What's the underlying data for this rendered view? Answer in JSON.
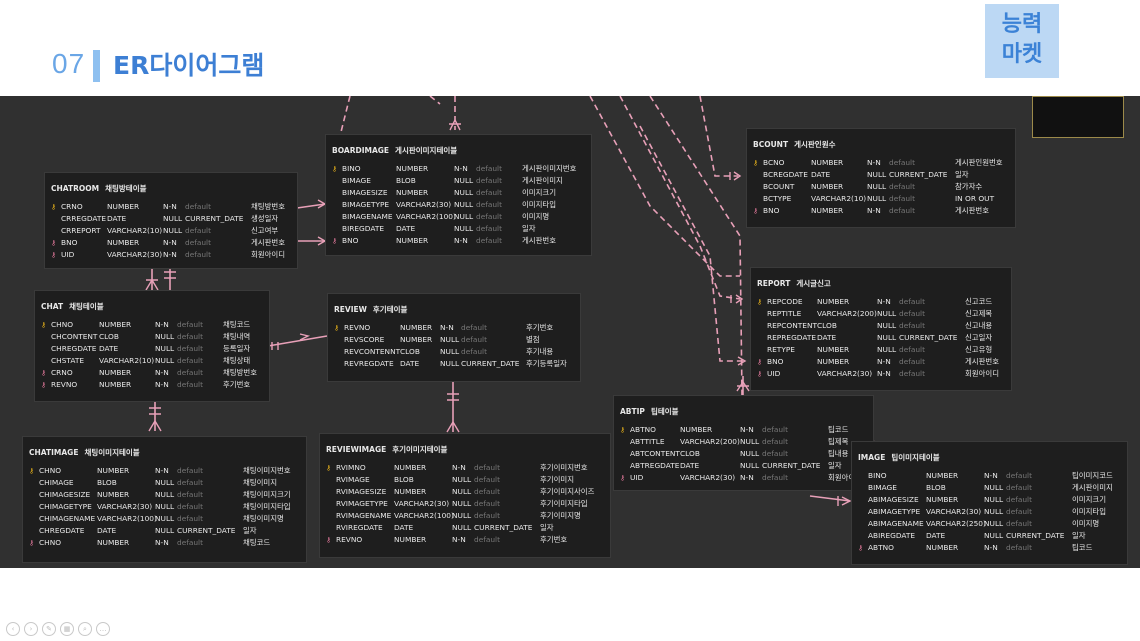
{
  "header": {
    "number": "07",
    "title": "ER다이어그램",
    "logo": [
      "능력",
      "마켓"
    ]
  },
  "colors": {
    "canvas": "#303030",
    "table_bg": "#1e1e1e",
    "relation": "#e8a0b8",
    "accent": "#3d7fd4"
  },
  "tables": [
    {
      "id": "chatroom",
      "name": "CHATROOM",
      "comment": "채팅방테이블",
      "cols": [
        {
          "key": "pk",
          "name": "CRNO",
          "type": "NUMBER",
          "null": "N-N",
          "default": "default",
          "comment": "채팅방번호"
        },
        {
          "key": "",
          "name": "CRREGDATE",
          "type": "DATE",
          "null": "NULL",
          "default": "CURRENT_DATE",
          "comment": "생성일자"
        },
        {
          "key": "",
          "name": "CRREPORT",
          "type": "VARCHAR2(10)",
          "null": "NULL",
          "default": "default",
          "comment": "신고여부"
        },
        {
          "key": "fk",
          "name": "BNO",
          "type": "NUMBER",
          "null": "N-N",
          "default": "default",
          "comment": "게시판번호"
        },
        {
          "key": "fk",
          "name": "UID",
          "type": "VARCHAR2(30)",
          "null": "N-N",
          "default": "default",
          "comment": "회원아이디"
        }
      ]
    },
    {
      "id": "boardimage",
      "name": "BOARDIMAGE",
      "comment": "게시판이미지테이블",
      "cols": [
        {
          "key": "pk",
          "name": "BINO",
          "type": "NUMBER",
          "null": "N-N",
          "default": "default",
          "comment": "게시판이미지번호"
        },
        {
          "key": "",
          "name": "BIMAGE",
          "type": "BLOB",
          "null": "NULL",
          "default": "default",
          "comment": "게시판이미지"
        },
        {
          "key": "",
          "name": "BIMAGESIZE",
          "type": "NUMBER",
          "null": "NULL",
          "default": "default",
          "comment": "이미지크기"
        },
        {
          "key": "",
          "name": "BIMAGETYPE",
          "type": "VARCHAR2(30)",
          "null": "NULL",
          "default": "default",
          "comment": "이미지타입"
        },
        {
          "key": "",
          "name": "BIMAGENAME",
          "type": "VARCHAR2(100)",
          "null": "NULL",
          "default": "default",
          "comment": "이미지명"
        },
        {
          "key": "",
          "name": "BIREGDATE",
          "type": "DATE",
          "null": "NULL",
          "default": "default",
          "comment": "일자"
        },
        {
          "key": "fk",
          "name": "BNO",
          "type": "NUMBER",
          "null": "N-N",
          "default": "default",
          "comment": "게시판번호"
        }
      ]
    },
    {
      "id": "bcount",
      "name": "BCOUNT",
      "comment": "게시판인원수",
      "cols": [
        {
          "key": "pk",
          "name": "BCNO",
          "type": "NUMBER",
          "null": "N-N",
          "default": "default",
          "comment": "게시판인원번호"
        },
        {
          "key": "",
          "name": "BCREGDATE",
          "type": "DATE",
          "null": "NULL",
          "default": "CURRENT_DATE",
          "comment": "일자"
        },
        {
          "key": "",
          "name": "BCOUNT",
          "type": "NUMBER",
          "null": "NULL",
          "default": "default",
          "comment": "참가자수"
        },
        {
          "key": "",
          "name": "BCTYPE",
          "type": "VARCHAR2(10)",
          "null": "NULL",
          "default": "default",
          "comment": "IN OR OUT"
        },
        {
          "key": "fk",
          "name": "BNO",
          "type": "NUMBER",
          "null": "N-N",
          "default": "default",
          "comment": "게시판번호"
        }
      ]
    },
    {
      "id": "chat",
      "name": "CHAT",
      "comment": "채팅테이블",
      "cols": [
        {
          "key": "pk",
          "name": "CHNO",
          "type": "NUMBER",
          "null": "N-N",
          "default": "default",
          "comment": "채팅코드"
        },
        {
          "key": "",
          "name": "CHCONTENT",
          "type": "CLOB",
          "null": "NULL",
          "default": "default",
          "comment": "채팅내역"
        },
        {
          "key": "",
          "name": "CHREGDATE",
          "type": "DATE",
          "null": "NULL",
          "default": "default",
          "comment": "등록일자"
        },
        {
          "key": "",
          "name": "CHSTATE",
          "type": "VARCHAR2(10)",
          "null": "NULL",
          "default": "default",
          "comment": "채팅상태"
        },
        {
          "key": "fk",
          "name": "CRNO",
          "type": "NUMBER",
          "null": "N-N",
          "default": "default",
          "comment": "채팅방번호"
        },
        {
          "key": "fk",
          "name": "REVNO",
          "type": "NUMBER",
          "null": "N-N",
          "default": "default",
          "comment": "후기번호"
        }
      ]
    },
    {
      "id": "review",
      "name": "REVIEW",
      "comment": "후기테이블",
      "cols": [
        {
          "key": "pk",
          "name": "REVNO",
          "type": "NUMBER",
          "null": "N-N",
          "default": "default",
          "comment": "후기번호"
        },
        {
          "key": "",
          "name": "REVSCORE",
          "type": "NUMBER",
          "null": "NULL",
          "default": "default",
          "comment": "별점"
        },
        {
          "key": "",
          "name": "REVCONTENNT",
          "type": "CLOB",
          "null": "NULL",
          "default": "default",
          "comment": "후기내용"
        },
        {
          "key": "",
          "name": "REVREGDATE",
          "type": "DATE",
          "null": "NULL",
          "default": "CURRENT_DATE",
          "comment": "후기등록일자"
        }
      ]
    },
    {
      "id": "report",
      "name": "REPORT",
      "comment": "게시글신고",
      "cols": [
        {
          "key": "pk",
          "name": "REPCODE",
          "type": "NUMBER",
          "null": "N-N",
          "default": "default",
          "comment": "신고코드"
        },
        {
          "key": "",
          "name": "REPTITLE",
          "type": "VARCHAR2(200)",
          "null": "NULL",
          "default": "default",
          "comment": "신고제목"
        },
        {
          "key": "",
          "name": "REPCONTENT",
          "type": "CLOB",
          "null": "NULL",
          "default": "default",
          "comment": "신고내용"
        },
        {
          "key": "",
          "name": "REPREGDATE",
          "type": "DATE",
          "null": "NULL",
          "default": "CURRENT_DATE",
          "comment": "신고일자"
        },
        {
          "key": "",
          "name": "RETYPE",
          "type": "NUMBER",
          "null": "NULL",
          "default": "default",
          "comment": "신고유형"
        },
        {
          "key": "fk",
          "name": "BNO",
          "type": "NUMBER",
          "null": "N-N",
          "default": "default",
          "comment": "게시판번호"
        },
        {
          "key": "fk",
          "name": "UID",
          "type": "VARCHAR2(30)",
          "null": "N-N",
          "default": "default",
          "comment": "회원아이디"
        }
      ]
    },
    {
      "id": "abtip",
      "name": "ABTIP",
      "comment": "팁테이블",
      "cols": [
        {
          "key": "pk",
          "name": "ABTNO",
          "type": "NUMBER",
          "null": "N-N",
          "default": "default",
          "comment": "팁코드"
        },
        {
          "key": "",
          "name": "ABTTITLE",
          "type": "VARCHAR2(200)",
          "null": "NULL",
          "default": "default",
          "comment": "팁제목"
        },
        {
          "key": "",
          "name": "ABTCONTENT",
          "type": "CLOB",
          "null": "NULL",
          "default": "default",
          "comment": "팁내용"
        },
        {
          "key": "",
          "name": "ABTREGDATE",
          "type": "DATE",
          "null": "NULL",
          "default": "CURRENT_DATE",
          "comment": "일자"
        },
        {
          "key": "fk",
          "name": "UID",
          "type": "VARCHAR2(30)",
          "null": "N-N",
          "default": "default",
          "comment": "회원아이디"
        }
      ]
    },
    {
      "id": "chatimage",
      "name": "CHATIMAGE",
      "comment": "채팅이미지테이블",
      "cols": [
        {
          "key": "pk",
          "name": "CHNO",
          "type": "NUMBER",
          "null": "N-N",
          "default": "default",
          "comment": "채팅이미지번호"
        },
        {
          "key": "",
          "name": "CHIMAGE",
          "type": "BLOB",
          "null": "NULL",
          "default": "default",
          "comment": "채팅이미지"
        },
        {
          "key": "",
          "name": "CHIMAGESIZE",
          "type": "NUMBER",
          "null": "NULL",
          "default": "default",
          "comment": "채팅이미지크기"
        },
        {
          "key": "",
          "name": "CHIMAGETYPE",
          "type": "VARCHAR2(30)",
          "null": "NULL",
          "default": "default",
          "comment": "채팅이미지타입"
        },
        {
          "key": "",
          "name": "CHIMAGENAME",
          "type": "VARCHAR2(100)",
          "null": "NULL",
          "default": "default",
          "comment": "채팅이미지명"
        },
        {
          "key": "",
          "name": "CHREGDATE",
          "type": "DATE",
          "null": "NULL",
          "default": "CURRENT_DATE",
          "comment": "일자"
        },
        {
          "key": "fk",
          "name": "CHNO",
          "type": "NUMBER",
          "null": "N-N",
          "default": "default",
          "comment": "채팅코드"
        }
      ]
    },
    {
      "id": "reviewimage",
      "name": "REVIEWIMAGE",
      "comment": "후기이미지테이블",
      "cols": [
        {
          "key": "pk",
          "name": "RVIMNO",
          "type": "NUMBER",
          "null": "N-N",
          "default": "default",
          "comment": "후기이미지번호"
        },
        {
          "key": "",
          "name": "RVIMAGE",
          "type": "BLOB",
          "null": "NULL",
          "default": "default",
          "comment": "후기이미지"
        },
        {
          "key": "",
          "name": "RVIMAGESIZE",
          "type": "NUMBER",
          "null": "NULL",
          "default": "default",
          "comment": "후기이미지사이즈"
        },
        {
          "key": "",
          "name": "RVIMAGETYPE",
          "type": "VARCHAR2(30)",
          "null": "NULL",
          "default": "default",
          "comment": "후기이미지타입"
        },
        {
          "key": "",
          "name": "RVIMAGENAME",
          "type": "VARCHAR2(100)",
          "null": "NULL",
          "default": "default",
          "comment": "후기이미지명"
        },
        {
          "key": "",
          "name": "RVIREGDATE",
          "type": "DATE",
          "null": "NULL",
          "default": "CURRENT_DATE",
          "comment": "일자"
        },
        {
          "key": "fk",
          "name": "REVNO",
          "type": "NUMBER",
          "null": "N-N",
          "default": "default",
          "comment": "후기번호"
        }
      ]
    },
    {
      "id": "abimage",
      "name": "IMAGE",
      "comment": "팁이미지테이블",
      "cols": [
        {
          "key": "",
          "name": "BINO",
          "type": "NUMBER",
          "null": "N-N",
          "default": "default",
          "comment": "팁이미지코드"
        },
        {
          "key": "",
          "name": "BIMAGE",
          "type": "BLOB",
          "null": "NULL",
          "default": "default",
          "comment": "게시판이미지"
        },
        {
          "key": "",
          "name": "ABIMAGESIZE",
          "type": "NUMBER",
          "null": "NULL",
          "default": "default",
          "comment": "이미지크기"
        },
        {
          "key": "",
          "name": "ABIMAGETYPE",
          "type": "VARCHAR2(30)",
          "null": "NULL",
          "default": "default",
          "comment": "이미지타입"
        },
        {
          "key": "",
          "name": "ABIMAGENAME",
          "type": "VARCHAR2(250)",
          "null": "NULL",
          "default": "default",
          "comment": "이미지명"
        },
        {
          "key": "",
          "name": "ABIREGDATE",
          "type": "DATE",
          "null": "NULL",
          "default": "CURRENT_DATE",
          "comment": "일자"
        },
        {
          "key": "fk",
          "name": "ABTNO",
          "type": "NUMBER",
          "null": "N-N",
          "default": "default",
          "comment": "팁코드"
        }
      ]
    }
  ]
}
